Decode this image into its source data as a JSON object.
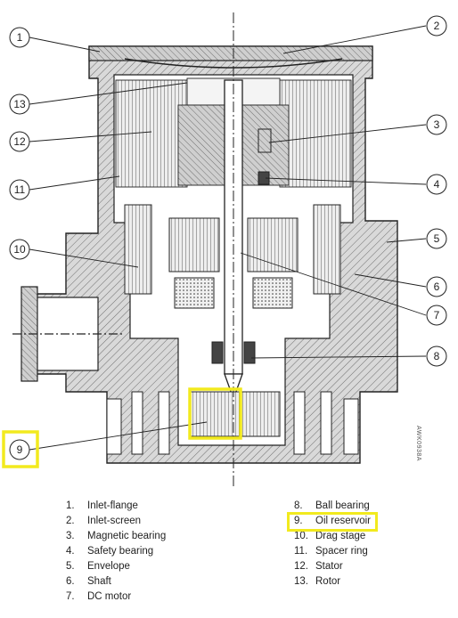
{
  "callouts": [
    "1",
    "2",
    "3",
    "4",
    "5",
    "6",
    "7",
    "8",
    "9",
    "10",
    "11",
    "12",
    "13"
  ],
  "side_code": "AWK0938A",
  "legend": [
    {
      "num": "1.",
      "label": "Inlet-flange"
    },
    {
      "num": "2.",
      "label": "Inlet-screen"
    },
    {
      "num": "3.",
      "label": "Magnetic bearing"
    },
    {
      "num": "4.",
      "label": "Safety bearing"
    },
    {
      "num": "5.",
      "label": "Envelope"
    },
    {
      "num": "6.",
      "label": "Shaft"
    },
    {
      "num": "7.",
      "label": "DC motor"
    },
    {
      "num": "8.",
      "label": "Ball bearing"
    },
    {
      "num": "9.",
      "label": "Oil reservoir"
    },
    {
      "num": "10.",
      "label": "Drag stage"
    },
    {
      "num": "11.",
      "label": "Spacer ring"
    },
    {
      "num": "12.",
      "label": "Stator"
    },
    {
      "num": "13.",
      "label": "Rotor"
    }
  ],
  "highlight_color": "#f2ea1e"
}
